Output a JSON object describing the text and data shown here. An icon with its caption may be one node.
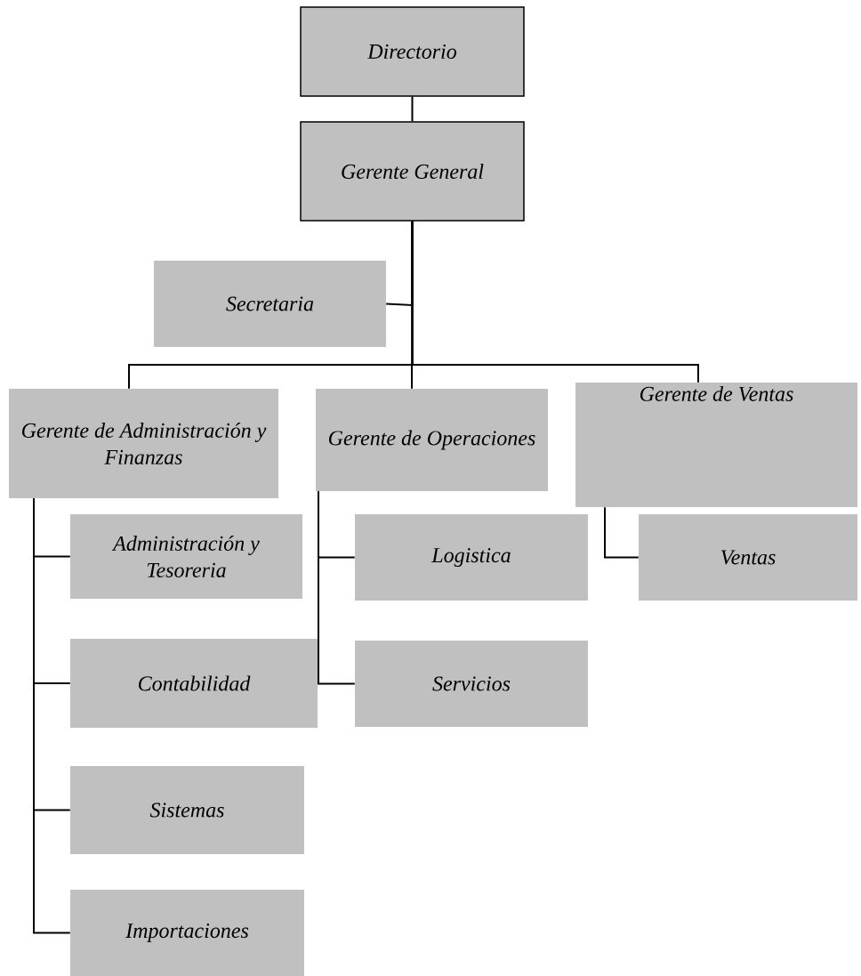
{
  "diagram": {
    "nodes": [
      {
        "text": [
          "Directorio"
        ]
      },
      {
        "text": [
          "Gerente General"
        ]
      },
      {
        "text": [
          "Secretaria"
        ]
      },
      {
        "text": [
          "Gerente de Administración y Finanzas"
        ]
      },
      {
        "text": [
          "Gerente de Operaciones"
        ]
      },
      {
        "text": [
          "Gerente de Ventas"
        ]
      },
      {
        "text": [
          "Administración y Tesoreria"
        ]
      },
      {
        "text": [
          "Contabilidad"
        ]
      },
      {
        "text": [
          "Sistemas"
        ]
      },
      {
        "text": [
          "Importaciones"
        ]
      },
      {
        "text": [
          "Logistica"
        ]
      },
      {
        "text": [
          "Servicios"
        ]
      },
      {
        "text": [
          "Ventas"
        ]
      }
    ],
    "edges": [
      {
        "from": 0,
        "to": 1,
        "arrow": "none"
      },
      {
        "from": 1,
        "to": 2,
        "arrow": "none"
      },
      {
        "from": 1,
        "to": 3,
        "arrow": "none"
      },
      {
        "from": 1,
        "to": 4,
        "arrow": "none"
      },
      {
        "from": 1,
        "to": 5,
        "arrow": "none"
      },
      {
        "from": 3,
        "to": 6,
        "arrow": "none"
      },
      {
        "from": 3,
        "to": 7,
        "arrow": "none"
      },
      {
        "from": 3,
        "to": 8,
        "arrow": "none"
      },
      {
        "from": 3,
        "to": 9,
        "arrow": "none"
      },
      {
        "from": 4,
        "to": 10,
        "arrow": "none"
      },
      {
        "from": 4,
        "to": 11,
        "arrow": "none"
      },
      {
        "from": 5,
        "to": 12,
        "arrow": "none"
      }
    ]
  }
}
